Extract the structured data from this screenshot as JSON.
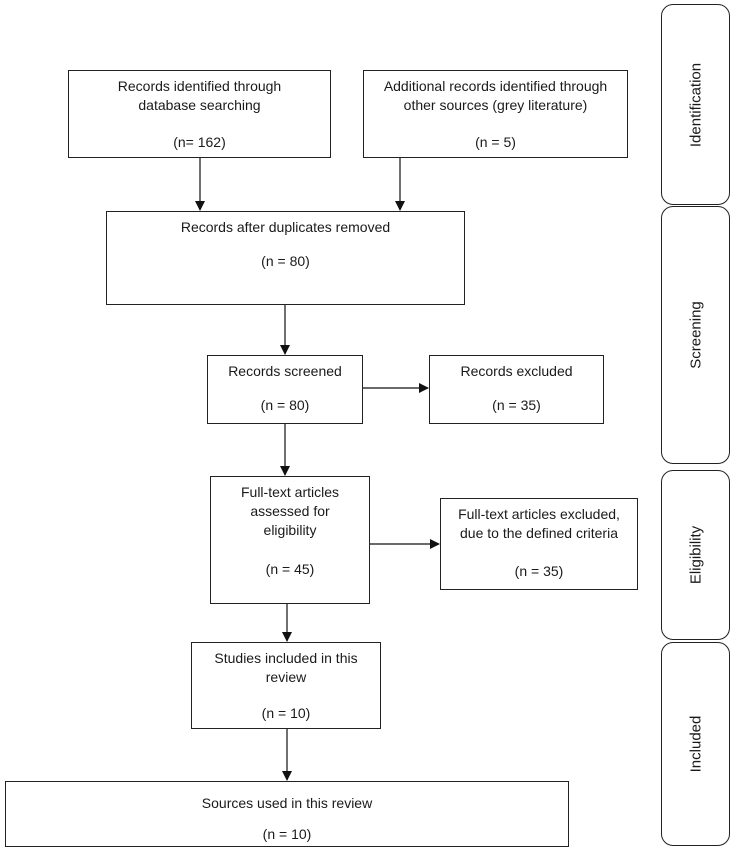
{
  "stages": {
    "identification": "Identification",
    "screening": "Screening",
    "eligibility": "Eligibility",
    "included": "Included"
  },
  "boxes": {
    "db_search": {
      "text": "Records identified through database searching",
      "n": "(n= 162)"
    },
    "other_sources": {
      "text": "Additional records identified through other sources (grey literature)",
      "n": "(n = 5)"
    },
    "dup_removed": {
      "text": "Records after duplicates removed",
      "n": "(n = 80)"
    },
    "screened": {
      "text": "Records screened",
      "n": "(n = 80)"
    },
    "excluded": {
      "text": "Records excluded",
      "n": "(n = 35)"
    },
    "fulltext": {
      "text": "Full-text articles assessed for eligibility",
      "n": "(n = 45)"
    },
    "fulltext_excluded": {
      "text": "Full-text articles excluded, due to the defined criteria",
      "n": "(n = 35)"
    },
    "studies_included": {
      "text": "Studies included in this review",
      "n": "(n = 10)"
    },
    "sources_used": {
      "text": "Sources used in this review",
      "n": "(n = 10)"
    }
  }
}
